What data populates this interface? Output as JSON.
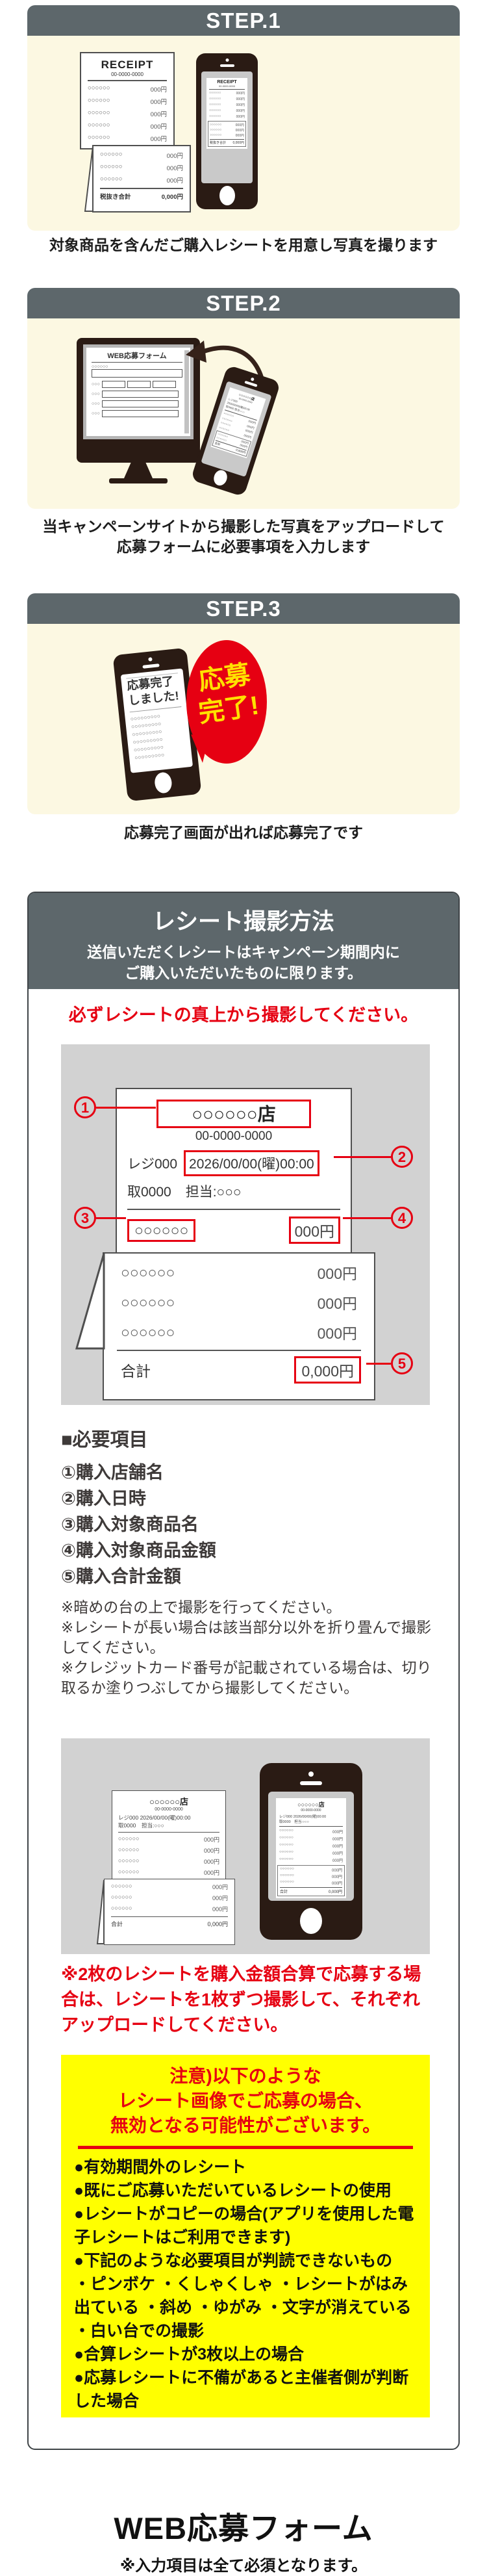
{
  "colors": {
    "header": "#5d676b",
    "cream": "#fcf8e2",
    "red": "#e60012",
    "yellow": "#ffff00",
    "gray_box": "#d2d2d2",
    "device": "#2a1b14"
  },
  "steps": {
    "s1": {
      "label": "STEP.1",
      "caption": "対象商品を含んだご購入レシートを用意し写真を撮ります"
    },
    "s2": {
      "label": "STEP.2",
      "caption1": "当キャンペーンサイトから撮影した写真をアップロードして",
      "caption2": "応募フォームに必要事項を入力します"
    },
    "s3": {
      "label": "STEP.3",
      "caption": "応募完了画面が出れば応募完了です"
    }
  },
  "receipt": {
    "title": "RECEIPT",
    "phone": "00-0000-0000",
    "item": "○○○○○○",
    "price": "000円",
    "subtotal_label": "税抜き合計",
    "total_label": "合計",
    "amount": "0,000円"
  },
  "store_receipt": {
    "name": "○○○○○○店",
    "phone": "00-0000-0000",
    "register": "レジ000",
    "datetime": "2026/00/00(曜)00:00",
    "transaction": "取0000",
    "staff": "担当:○○○"
  },
  "web_form": {
    "title": "WEB応募フォーム",
    "label_long": "○○○○○○",
    "label_short": "○○○"
  },
  "complete": {
    "line1": "応募完了",
    "line2": "しました!",
    "dots": "○○○○○○○○○",
    "bubble1": "応募",
    "bubble2": "完了!"
  },
  "shoot": {
    "title": "レシート撮影方法",
    "sub1": "送信いただくレシートはキャンペーン期間内に",
    "sub2": "ご購入いただいたものに限ります。",
    "warn": "必ずレシートの真上から撮影してください。",
    "required_title": "■必要項目",
    "req1": "①購入店舗名",
    "req2": "②購入日時",
    "req3": "③購入対象商品名",
    "req4": "④購入対象商品金額",
    "req5": "⑤購入合計金額",
    "note1": "※暗めの台の上で撮影を行ってください。",
    "note2": "※レシートが長い場合は該当部分以外を折り畳んで撮影してください。",
    "note3": "※クレジットカード番号が記載されている場合は、切り取るか塗りつぶしてから撮影してください。",
    "two_note": "※2枚のレシートを購入金額合算で応募する場合は、レシートを1枚ずつ撮影して、それぞれアップロードしてください。",
    "nums": {
      "n1": "1",
      "n2": "2",
      "n3": "3",
      "n4": "4",
      "n5": "5"
    }
  },
  "caution": {
    "t1": "注意)以下のような",
    "t2": "レシート画像でご応募の場合、",
    "t3": "無効となる可能性がございます。",
    "b1": "●有効期間外のレシート",
    "b2": "●既にご応募いただいているレシートの使用",
    "b3": "●レシートがコピーの場合(アプリを使用した電子レシートはご利用できます)",
    "b4": "●下記のような必要項目が判読できないもの",
    "b5": "・ピンボケ ・くしゃくしゃ ・レシートがはみ出ている ・斜め ・ゆがみ ・文字が消えている ・白い台での撮影",
    "b6": "●合算レシートが3枚以上の場合",
    "b7": "●応募レシートに不備があると主催者側が判断した場合"
  },
  "footer": {
    "title": "WEB応募フォーム",
    "note": "※入力項目は全て必須となります。"
  }
}
